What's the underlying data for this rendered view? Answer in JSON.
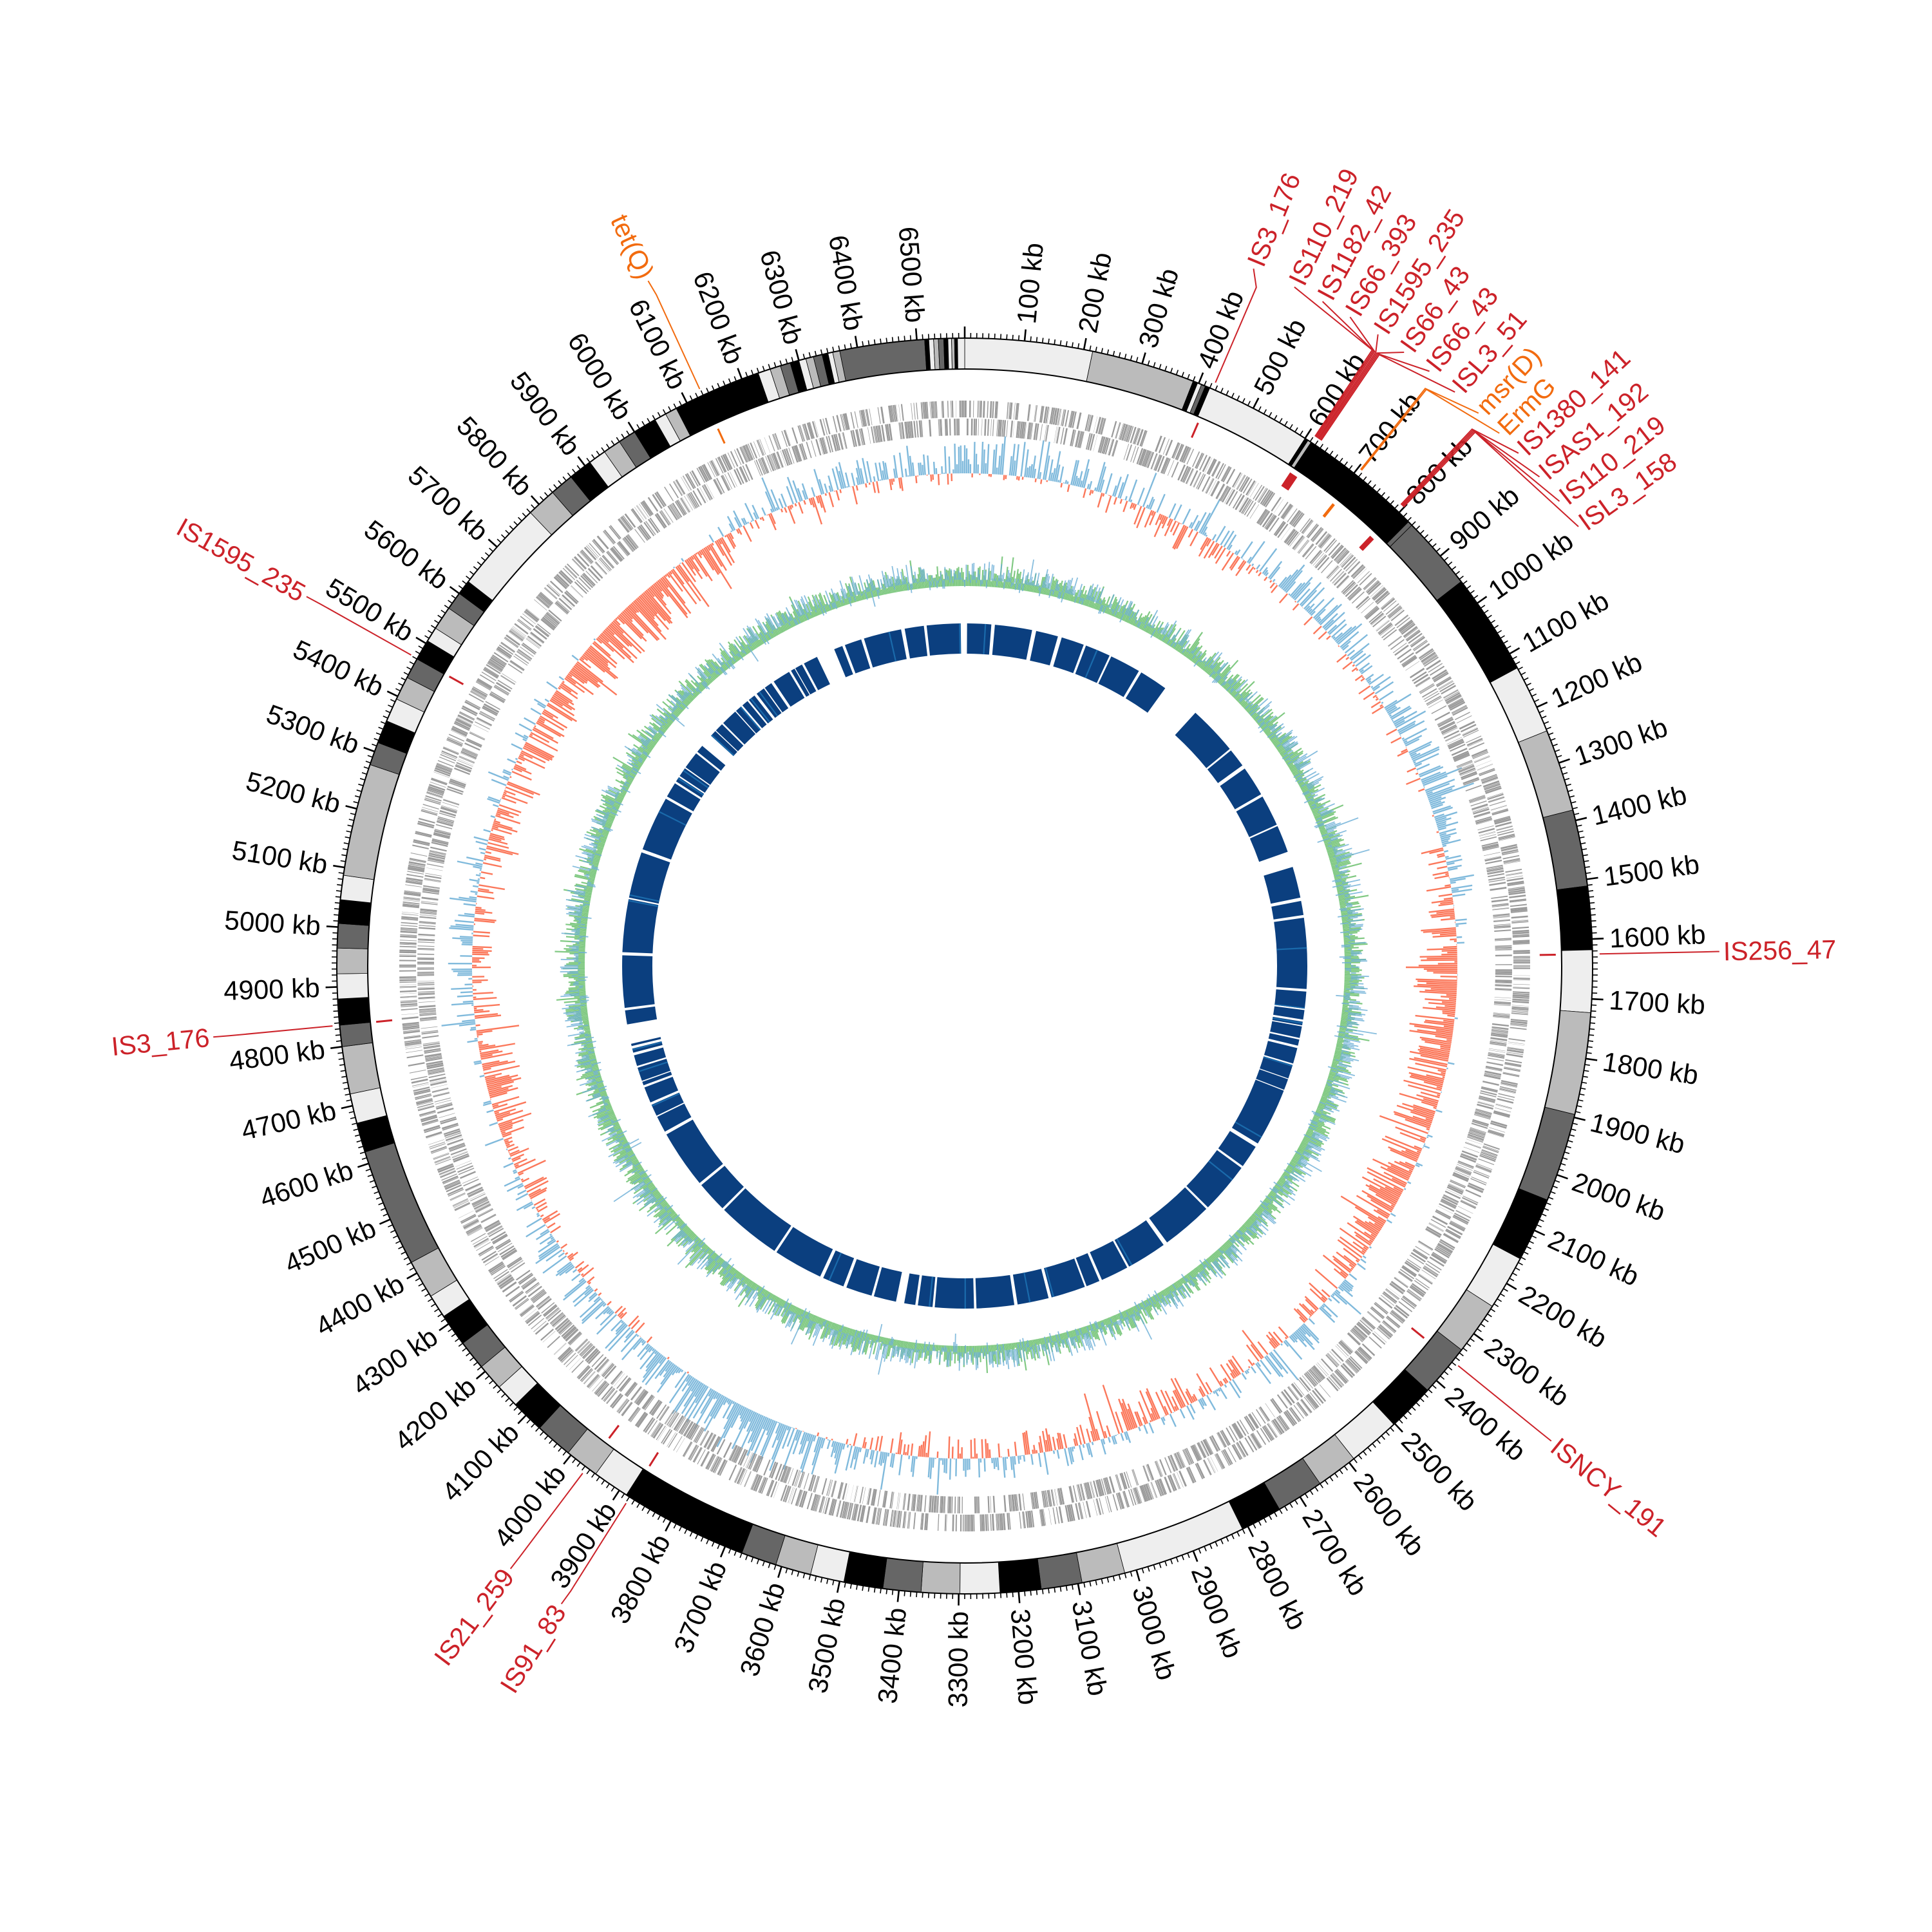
{
  "chart_data": {
    "type": "circos",
    "title": "",
    "genome_length_kb": 6580,
    "tick_unit": "kb",
    "major_tick_kb": 100,
    "minor_tick_kb": 10,
    "tick_labels": [
      "100 kb",
      "200 kb",
      "300 kb",
      "400 kb",
      "500 kb",
      "600 kb",
      "700 kb",
      "800 kb",
      "900 kb",
      "1000 kb",
      "1100 kb",
      "1200 kb",
      "1300 kb",
      "1400 kb",
      "1500 kb",
      "1600 kb",
      "1700 kb",
      "1800 kb",
      "1900 kb",
      "2000 kb",
      "2100 kb",
      "2200 kb",
      "2300 kb",
      "2400 kb",
      "2500 kb",
      "2600 kb",
      "2700 kb",
      "2800 kb",
      "2900 kb",
      "3000 kb",
      "3100 kb",
      "3200 kb",
      "3300 kb",
      "3400 kb",
      "3500 kb",
      "3600 kb",
      "3700 kb",
      "3800 kb",
      "3900 kb",
      "4000 kb",
      "4100 kb",
      "4200 kb",
      "4300 kb",
      "4400 kb",
      "4500 kb",
      "4600 kb",
      "4700 kb",
      "4800 kb",
      "4900 kb",
      "5000 kb",
      "5100 kb",
      "5200 kb",
      "5300 kb",
      "5400 kb",
      "5500 kb",
      "5600 kb",
      "5700 kb",
      "5800 kb",
      "5900 kb",
      "6000 kb",
      "6100 kb",
      "6200 kb",
      "6300 kb",
      "6400 kb",
      "6500 kb"
    ],
    "band_colors": {
      "black": "#000000",
      "dark": "#666666",
      "gray": "#bbbbbb",
      "light": "#eeeeee"
    },
    "ideogram_bands": [
      [
        0,
        215,
        "light"
      ],
      [
        215,
        390,
        "gray"
      ],
      [
        390,
        398,
        "black"
      ],
      [
        398,
        405,
        "light"
      ],
      [
        405,
        412,
        "dark"
      ],
      [
        412,
        420,
        "black"
      ],
      [
        420,
        600,
        "light"
      ],
      [
        600,
        606,
        "black"
      ],
      [
        606,
        612,
        "gray"
      ],
      [
        612,
        620,
        "black"
      ],
      [
        620,
        822,
        "black"
      ],
      [
        822,
        830,
        "dark"
      ],
      [
        830,
        955,
        "dark"
      ],
      [
        955,
        1127,
        "black"
      ],
      [
        1127,
        1243,
        "light"
      ],
      [
        1243,
        1382,
        "gray"
      ],
      [
        1382,
        1511,
        "dark"
      ],
      [
        1511,
        1618,
        "black"
      ],
      [
        1618,
        1723,
        "light"
      ],
      [
        1723,
        1895,
        "gray"
      ],
      [
        1895,
        2045,
        "dark"
      ],
      [
        2045,
        2153,
        "black"
      ],
      [
        2153,
        2245,
        "light"
      ],
      [
        2245,
        2334,
        "gray"
      ],
      [
        2334,
        2422,
        "dark"
      ],
      [
        2422,
        2502,
        "black"
      ],
      [
        2502,
        2590,
        "light"
      ],
      [
        2590,
        2660,
        "gray"
      ],
      [
        2660,
        2740,
        "dark"
      ],
      [
        2740,
        2810,
        "black"
      ],
      [
        2810,
        3020,
        "light"
      ],
      [
        3020,
        3093,
        "gray"
      ],
      [
        3093,
        3162,
        "dark"
      ],
      [
        3162,
        3231,
        "black"
      ],
      [
        3231,
        3298,
        "light"
      ],
      [
        3298,
        3363,
        "gray"
      ],
      [
        3363,
        3427,
        "dark"
      ],
      [
        3427,
        3493,
        "black"
      ],
      [
        3493,
        3550,
        "light"
      ],
      [
        3550,
        3610,
        "gray"
      ],
      [
        3610,
        3670,
        "dark"
      ],
      [
        3670,
        3886,
        "black"
      ],
      [
        3886,
        3948,
        "light"
      ],
      [
        3948,
        4006,
        "gray"
      ],
      [
        4006,
        4069,
        "dark"
      ],
      [
        4069,
        4125,
        "black"
      ],
      [
        4125,
        4165,
        "light"
      ],
      [
        4165,
        4210,
        "gray"
      ],
      [
        4210,
        4260,
        "dark"
      ],
      [
        4260,
        4315,
        "black"
      ],
      [
        4315,
        4355,
        "light"
      ],
      [
        4355,
        4420,
        "gray"
      ],
      [
        4420,
        4620,
        "dark"
      ],
      [
        4620,
        4670,
        "black"
      ],
      [
        4670,
        4720,
        "light"
      ],
      [
        4720,
        4800,
        "gray"
      ],
      [
        4800,
        4836,
        "dark"
      ],
      [
        4836,
        4880,
        "black"
      ],
      [
        4880,
        4922,
        "light"
      ],
      [
        4922,
        4965,
        "gray"
      ],
      [
        4965,
        5006,
        "dark"
      ],
      [
        5006,
        5046,
        "black"
      ],
      [
        5046,
        5087,
        "light"
      ],
      [
        5087,
        5277,
        "gray"
      ],
      [
        5277,
        5316,
        "dark"
      ],
      [
        5316,
        5355,
        "black"
      ],
      [
        5355,
        5395,
        "light"
      ],
      [
        5395,
        5435,
        "gray"
      ],
      [
        5435,
        5470,
        "dark"
      ],
      [
        5470,
        5505,
        "black"
      ],
      [
        5505,
        5530,
        "light"
      ],
      [
        5530,
        5570,
        "gray"
      ],
      [
        5570,
        5600,
        "dark"
      ],
      [
        5600,
        5625,
        "black"
      ],
      [
        5625,
        5780,
        "light"
      ],
      [
        5780,
        5830,
        "gray"
      ],
      [
        5830,
        5870,
        "dark"
      ],
      [
        5870,
        5910,
        "black"
      ],
      [
        5910,
        5940,
        "light"
      ],
      [
        5940,
        5970,
        "gray"
      ],
      [
        5970,
        6000,
        "dark"
      ],
      [
        6000,
        6040,
        "black"
      ],
      [
        6040,
        6060,
        "light"
      ],
      [
        6060,
        6080,
        "gray"
      ],
      [
        6080,
        6229,
        "black"
      ],
      [
        6229,
        6250,
        "light"
      ],
      [
        6250,
        6268,
        "gray"
      ],
      [
        6268,
        6285,
        "dark"
      ],
      [
        6285,
        6300,
        "black"
      ],
      [
        6300,
        6312,
        "light"
      ],
      [
        6312,
        6325,
        "gray"
      ],
      [
        6325,
        6340,
        "dark"
      ],
      [
        6340,
        6350,
        "black"
      ],
      [
        6350,
        6358,
        "light"
      ],
      [
        6358,
        6370,
        "gray"
      ],
      [
        6370,
        6513,
        "dark"
      ],
      [
        6513,
        6520,
        "black"
      ],
      [
        6520,
        6528,
        "light"
      ],
      [
        6528,
        6536,
        "gray"
      ],
      [
        6536,
        6545,
        "dark"
      ],
      [
        6545,
        6552,
        "black"
      ],
      [
        6552,
        6558,
        "light"
      ],
      [
        6558,
        6563,
        "gray"
      ],
      [
        6563,
        6568,
        "black"
      ],
      [
        6568,
        6580,
        "light"
      ]
    ],
    "annotations": [
      {
        "label": "IS3_176",
        "kb": 425,
        "color": "#cc2229"
      },
      {
        "label": "IS110_219",
        "kb": 612,
        "color": "#cc2229"
      },
      {
        "label": "IS1182_42",
        "kb": 614,
        "color": "#cc2229"
      },
      {
        "label": "IS66_393",
        "kb": 616,
        "color": "#cc2229"
      },
      {
        "label": "IS1595_235",
        "kb": 618,
        "color": "#cc2229"
      },
      {
        "label": "IS66_43",
        "kb": 620,
        "color": "#cc2229"
      },
      {
        "label": "IS66_43",
        "kb": 622,
        "color": "#cc2229"
      },
      {
        "label": "ISL3_51",
        "kb": 624,
        "color": "#cc2229"
      },
      {
        "label": "msr(D)",
        "kb": 705,
        "color": "#f26b0f"
      },
      {
        "label": "ErmG",
        "kb": 707,
        "color": "#f26b0f"
      },
      {
        "label": "IS1380_141",
        "kb": 793,
        "color": "#cc2229"
      },
      {
        "label": "ISAS1_192",
        "kb": 795,
        "color": "#cc2229"
      },
      {
        "label": "IS110_219",
        "kb": 797,
        "color": "#cc2229"
      },
      {
        "label": "ISL3_158",
        "kb": 799,
        "color": "#cc2229"
      },
      {
        "label": "IS256_47",
        "kb": 1625,
        "color": "#cc2229"
      },
      {
        "label": "ISNCY_191",
        "kb": 2358,
        "color": "#cc2229"
      },
      {
        "label": "IS91_83",
        "kb": 3879,
        "color": "#cc2229"
      },
      {
        "label": "IS21_259",
        "kb": 3966,
        "color": "#cc2229"
      },
      {
        "label": "IS3_176",
        "kb": 4836,
        "color": "#cc2229"
      },
      {
        "label": "IS1595_235",
        "kb": 5471,
        "color": "#cc2229"
      },
      {
        "label": "tet(Q)",
        "kb": 6129,
        "color": "#f26b0f"
      }
    ],
    "track_colors": {
      "genes": "#9a9a9a",
      "gc_content_positive": "#6baed6",
      "gc_content_negative": "#fb6a4a",
      "gc_skew_fill": "#74c476",
      "gc_skew_line": "#6baed6",
      "inner_blocks": "#0b3f7f",
      "inner_blocks_highlight": "#1a6aab"
    },
    "inner_block_major_gaps_kb": [
      [
        665,
        770
      ],
      [
        1289,
        1334
      ],
      [
        3476,
        3498
      ],
      [
        4695,
        4752
      ],
      [
        5666,
        5703
      ],
      [
        6114,
        6167
      ]
    ]
  }
}
